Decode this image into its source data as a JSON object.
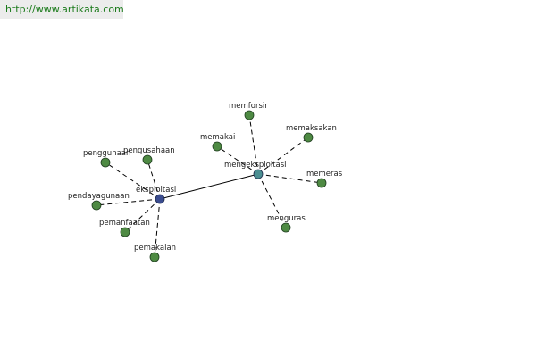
{
  "watermark": {
    "text": "http://www.artikata.com"
  },
  "colors": {
    "leaf_node": "#4e8a43",
    "hub_eksploitasi": "#3b4c8f",
    "hub_mengeksploitasi": "#4c8f92",
    "node_stroke": "#1f3d1f"
  },
  "graph": {
    "hubs": [
      {
        "id": "eksploitasi",
        "label": "eksploitasi"
      },
      {
        "id": "mengeksploitasi",
        "label": "mengeksploitasi"
      }
    ],
    "leaves": [
      {
        "id": "penggunaan",
        "label": "penggunaan",
        "hub": "eksploitasi"
      },
      {
        "id": "pengusahaan",
        "label": "pengusahaan",
        "hub": "eksploitasi"
      },
      {
        "id": "pendayagunaan",
        "label": "pendayagunaan",
        "hub": "eksploitasi"
      },
      {
        "id": "pemanfaatan",
        "label": "pemanfaatan",
        "hub": "eksploitasi"
      },
      {
        "id": "pemakaian",
        "label": "pemakaian",
        "hub": "eksploitasi"
      },
      {
        "id": "memforsir",
        "label": "memforsir",
        "hub": "mengeksploitasi"
      },
      {
        "id": "memakai",
        "label": "memakai",
        "hub": "mengeksploitasi"
      },
      {
        "id": "memaksakan",
        "label": "memaksakan",
        "hub": "mengeksploitasi"
      },
      {
        "id": "memeras",
        "label": "memeras",
        "hub": "mengeksploitasi"
      },
      {
        "id": "menguras",
        "label": "menguras",
        "hub": "mengeksploitasi"
      }
    ],
    "hub_link": [
      "eksploitasi",
      "mengeksploitasi"
    ]
  }
}
